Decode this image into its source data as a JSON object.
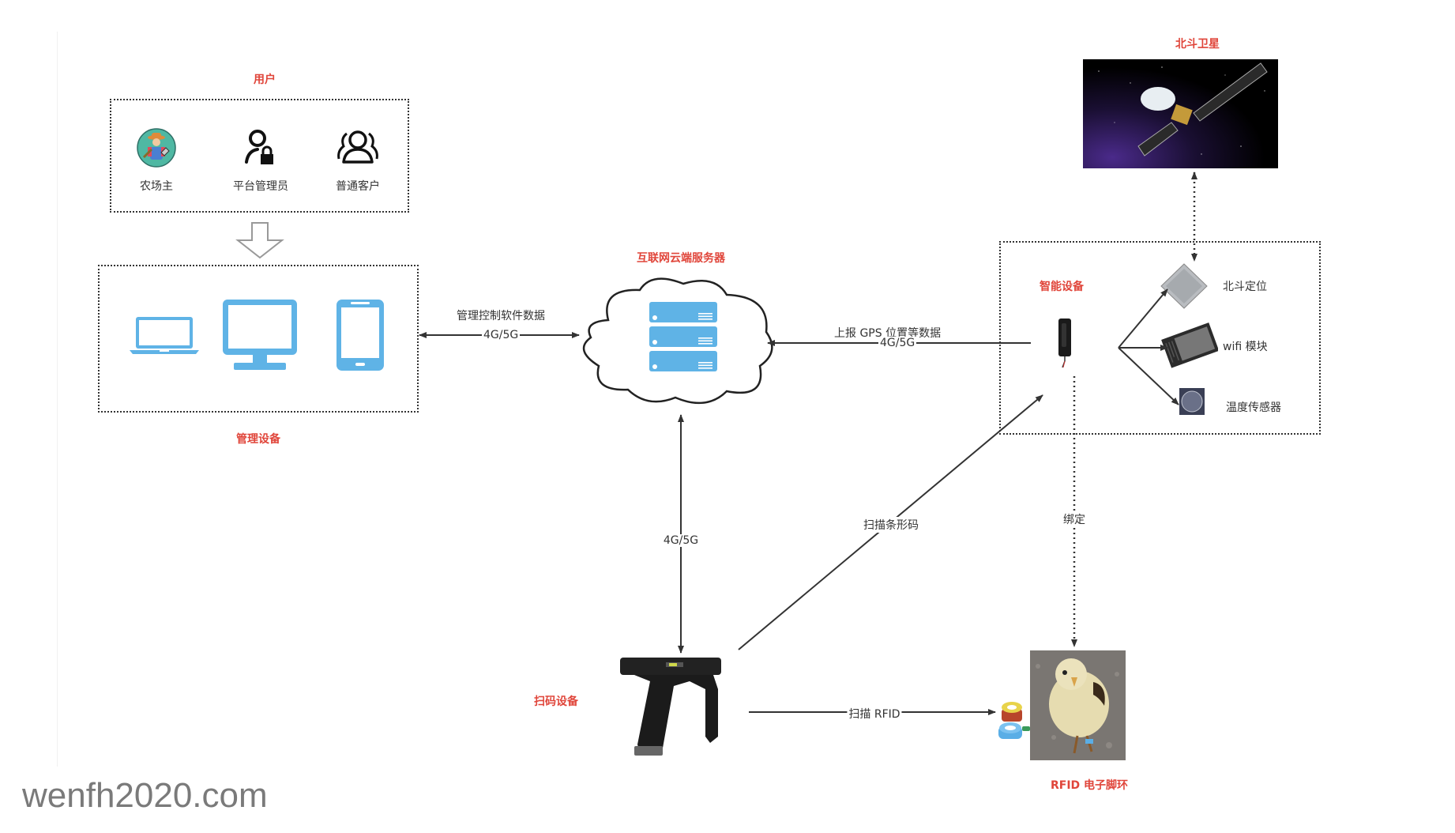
{
  "users": {
    "title": "用户",
    "items": [
      {
        "label": "农场主",
        "icon": "farmer-avatar-icon"
      },
      {
        "label": "平台管理员",
        "icon": "admin-lock-icon"
      },
      {
        "label": "普通客户",
        "icon": "user-group-icon"
      }
    ]
  },
  "management": {
    "title": "管理设备",
    "devices": [
      "laptop-icon",
      "monitor-icon",
      "phone-icon"
    ]
  },
  "cloud": {
    "title": "互联网云端服务器",
    "icon": "server-stack-icon"
  },
  "links": {
    "mgmt_cloud": {
      "top": "管理控制软件数据",
      "mid": "4G/5G"
    },
    "smart_cloud": {
      "top": "上报 GPS 位置等数据",
      "mid": "4G/5G"
    },
    "scanner_cloud": {
      "mid": "4G/5G"
    },
    "scanner_smart": {
      "mid": "扫描条形码"
    },
    "smart_rfid": {
      "mid": "绑定"
    },
    "scanner_rfid": {
      "mid": "扫描 RFID"
    }
  },
  "satellite": {
    "title": "北斗卫星"
  },
  "smart_device": {
    "title": "智能设备",
    "modules": [
      {
        "label": "北斗定位",
        "icon": "beidou-chip-icon"
      },
      {
        "label": "wifi 模块",
        "icon": "wifi-module-icon"
      },
      {
        "label": "温度传感器",
        "icon": "temperature-sensor-icon"
      }
    ]
  },
  "scanner": {
    "title": "扫码设备"
  },
  "rfid": {
    "title": "RFID 电子脚环"
  },
  "watermark": "wenfh2020.com",
  "colors": {
    "accent_red": "#e0453a",
    "device_blue": "#5fb3e6",
    "line": "#333333"
  }
}
